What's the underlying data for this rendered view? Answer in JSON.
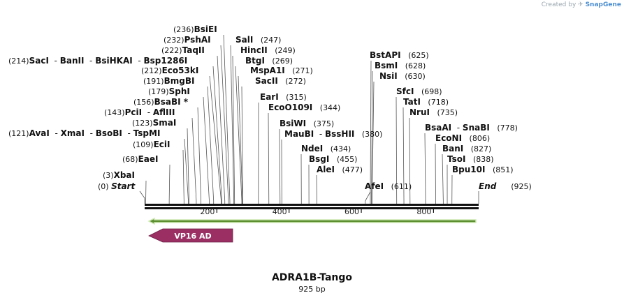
{
  "credit": {
    "prefix": "Created by",
    "brand": "SnapGene"
  },
  "map": {
    "title": "ADRA1B-Tango",
    "length_label": "925 bp",
    "length_bp": 925,
    "start_label": "Start",
    "end_label": "End",
    "start_pos": "(0)",
    "end_pos": "(925)",
    "ticks": [
      200,
      400,
      600,
      800
    ],
    "features": [
      {
        "name": "VP16 AD",
        "color": "#9b2f64",
        "direction": "reverse"
      },
      {
        "name": "",
        "color": "#7cc04a",
        "direction": "reverse"
      }
    ],
    "sites": [
      {
        "parts": [
          "BsiEI"
        ],
        "pos": "(236)"
      },
      {
        "parts": [
          "PshAI"
        ],
        "pos": "(232)"
      },
      {
        "parts": [
          "TaqII"
        ],
        "pos": "(222)"
      },
      {
        "parts": [
          "SacI",
          "BanII",
          "BsiHKAI",
          "Bsp1286I"
        ],
        "pos": "(214)"
      },
      {
        "parts": [
          "Eco53kI"
        ],
        "pos": "(212)"
      },
      {
        "parts": [
          "BmgBI"
        ],
        "pos": "(191)"
      },
      {
        "parts": [
          "SphI"
        ],
        "pos": "(179)"
      },
      {
        "parts": [
          "BsaBI *"
        ],
        "pos": "(156)"
      },
      {
        "parts": [
          "PciI",
          "AflIII"
        ],
        "pos": "(143)"
      },
      {
        "parts": [
          "SmaI"
        ],
        "pos": "(123)"
      },
      {
        "parts": [
          "AvaI",
          "XmaI",
          "BsoBI",
          "TspMI"
        ],
        "pos": "(121)"
      },
      {
        "parts": [
          "EciI"
        ],
        "pos": "(109)"
      },
      {
        "parts": [
          "EaeI"
        ],
        "pos": "(68)"
      },
      {
        "parts": [
          "XbaI"
        ],
        "pos": "(3)"
      },
      {
        "parts": [
          "SalI"
        ],
        "pos": "(247)"
      },
      {
        "parts": [
          "HincII"
        ],
        "pos": "(249)"
      },
      {
        "parts": [
          "BtgI"
        ],
        "pos": "(269)"
      },
      {
        "parts": [
          "MspA1I"
        ],
        "pos": "(271)"
      },
      {
        "parts": [
          "SacII"
        ],
        "pos": "(272)"
      },
      {
        "parts": [
          "EarI"
        ],
        "pos": "(315)"
      },
      {
        "parts": [
          "EcoO109I"
        ],
        "pos": "(344)"
      },
      {
        "parts": [
          "BsiWI"
        ],
        "pos": "(375)"
      },
      {
        "parts": [
          "MauBI",
          "BssHII"
        ],
        "pos": "(380)"
      },
      {
        "parts": [
          "NdeI"
        ],
        "pos": "(434)"
      },
      {
        "parts": [
          "BsgI"
        ],
        "pos": "(455)"
      },
      {
        "parts": [
          "AleI"
        ],
        "pos": "(477)"
      },
      {
        "parts": [
          "BstAPI"
        ],
        "pos": "(625)"
      },
      {
        "parts": [
          "BsmI"
        ],
        "pos": "(628)"
      },
      {
        "parts": [
          "NsiI"
        ],
        "pos": "(630)"
      },
      {
        "parts": [
          "AfeI"
        ],
        "pos": "(611)"
      },
      {
        "parts": [
          "SfcI"
        ],
        "pos": "(698)"
      },
      {
        "parts": [
          "TatI"
        ],
        "pos": "(718)"
      },
      {
        "parts": [
          "NruI"
        ],
        "pos": "(735)"
      },
      {
        "parts": [
          "BsaAI",
          "SnaBI"
        ],
        "pos": "(778)"
      },
      {
        "parts": [
          "EcoNI"
        ],
        "pos": "(806)"
      },
      {
        "parts": [
          "BanI"
        ],
        "pos": "(827)"
      },
      {
        "parts": [
          "TsoI"
        ],
        "pos": "(838)"
      },
      {
        "parts": [
          "Bpu10I"
        ],
        "pos": "(851)"
      }
    ]
  }
}
